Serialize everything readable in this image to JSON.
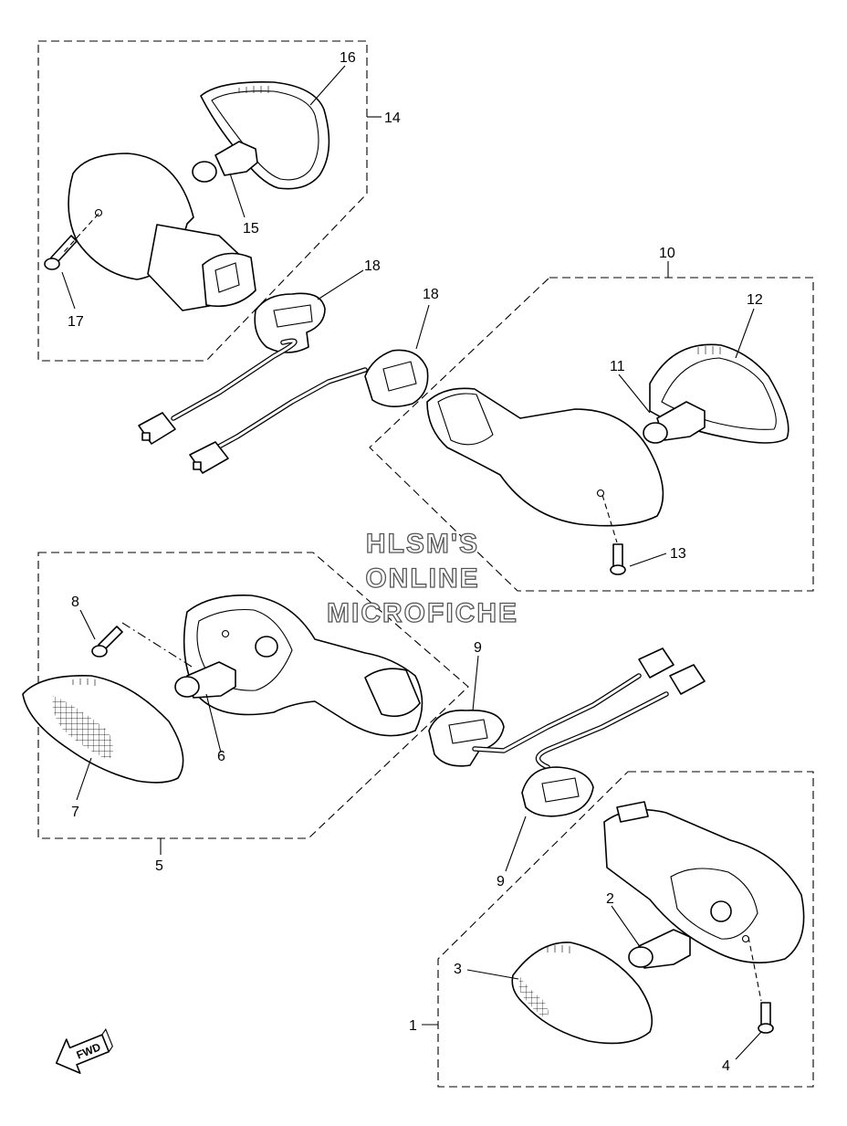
{
  "callouts": {
    "c1": "1",
    "c2": "2",
    "c3": "3",
    "c4": "4",
    "c5": "5",
    "c6": "6",
    "c7": "7",
    "c8": "8",
    "c9a": "9",
    "c9b": "9",
    "c10": "10",
    "c11": "11",
    "c12": "12",
    "c13": "13",
    "c14": "14",
    "c15": "15",
    "c16": "16",
    "c17": "17",
    "c18a": "18",
    "c18b": "18"
  },
  "watermark": {
    "line1": "HLSM'S",
    "line2": "ONLINE",
    "line3": "MICROFICHE"
  },
  "direction_badge": {
    "label": "FWD"
  }
}
